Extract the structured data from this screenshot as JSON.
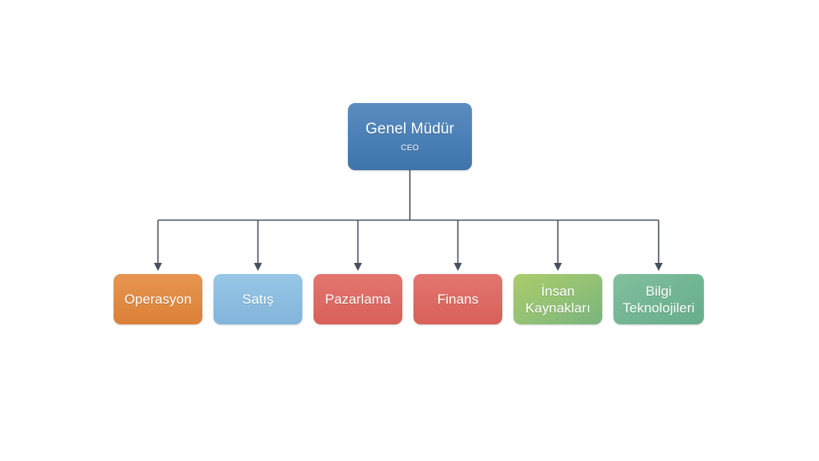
{
  "diagram": {
    "type": "organizational-chart",
    "background_color": "#ffffff",
    "connector_color": "#46505e",
    "root": {
      "id": "root",
      "title": "Genel Müdür",
      "subtitle": "CEO",
      "color": "#4a7fb5",
      "text_color": "#ffffff"
    },
    "children": [
      {
        "id": "child-0",
        "title": "Operasyon",
        "color": "#e08a42",
        "text_color": "#ffffff"
      },
      {
        "id": "child-1",
        "title": "Satış",
        "color": "#8cbde0",
        "text_color": "#ffffff"
      },
      {
        "id": "child-2",
        "title": "Pazarlama",
        "color": "#dd6a64",
        "text_color": "#ffffff"
      },
      {
        "id": "child-3",
        "title": "Finans",
        "color": "#dd6a64",
        "text_color": "#ffffff"
      },
      {
        "id": "child-4",
        "title": "İnsan\nKaynakları",
        "color": "#95c274",
        "text_color": "#ffffff"
      },
      {
        "id": "child-5",
        "title": "Bilgi\nTeknolojileri",
        "color": "#73b694",
        "text_color": "#ffffff"
      }
    ]
  }
}
